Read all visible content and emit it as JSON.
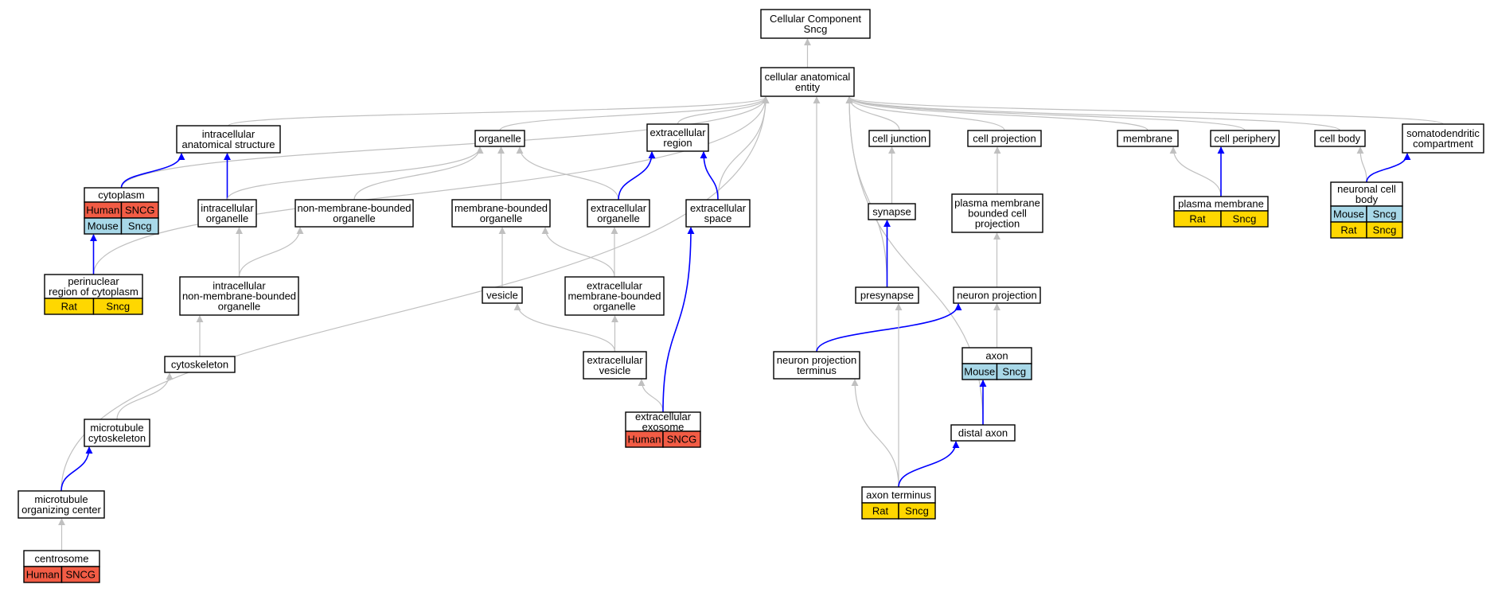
{
  "colors": {
    "species": {
      "Human": "#f25c45",
      "Mouse": "#a8d8e8",
      "Rat": "#ffd700"
    },
    "edge_default": "#c0c0c0",
    "edge_highlight": "#0000ff"
  },
  "nodes": [
    {
      "id": "cc",
      "label": [
        "Cellular Component",
        "Sncg"
      ]
    },
    {
      "id": "cae",
      "label": [
        "cellular anatomical",
        "entity"
      ]
    },
    {
      "id": "ias",
      "label": [
        "intracellular",
        "anatomical structure"
      ]
    },
    {
      "id": "organelle",
      "label": [
        "organelle"
      ]
    },
    {
      "id": "exreg",
      "label": [
        "extracellular",
        "region"
      ]
    },
    {
      "id": "celljunc",
      "label": [
        "cell junction"
      ]
    },
    {
      "id": "cellproj",
      "label": [
        "cell projection"
      ]
    },
    {
      "id": "membrane",
      "label": [
        "membrane"
      ]
    },
    {
      "id": "cellperi",
      "label": [
        "cell periphery"
      ]
    },
    {
      "id": "cellbody",
      "label": [
        "cell body"
      ]
    },
    {
      "id": "somato",
      "label": [
        "somatodendritic",
        "compartment"
      ]
    },
    {
      "id": "cytoplasm",
      "label": [
        "cytoplasm"
      ],
      "tags": [
        {
          "species": "Human",
          "gene": "SNCG"
        },
        {
          "species": "Mouse",
          "gene": "Sncg"
        }
      ]
    },
    {
      "id": "intraorg",
      "label": [
        "intracellular",
        "organelle"
      ]
    },
    {
      "id": "nonmem",
      "label": [
        "non-membrane-bounded",
        "organelle"
      ]
    },
    {
      "id": "membound",
      "label": [
        "membrane-bounded",
        "organelle"
      ]
    },
    {
      "id": "exorg",
      "label": [
        "extracellular",
        "organelle"
      ]
    },
    {
      "id": "exspace",
      "label": [
        "extracellular",
        "space"
      ]
    },
    {
      "id": "synapse",
      "label": [
        "synapse"
      ]
    },
    {
      "id": "pmbcp",
      "label": [
        "plasma membrane",
        "bounded cell",
        "projection"
      ]
    },
    {
      "id": "plasmamem",
      "label": [
        "plasma membrane"
      ],
      "tags": [
        {
          "species": "Rat",
          "gene": "Sncg"
        }
      ]
    },
    {
      "id": "ncb",
      "label": [
        "neuronal cell",
        "body"
      ],
      "tags": [
        {
          "species": "Mouse",
          "gene": "Sncg"
        },
        {
          "species": "Rat",
          "gene": "Sncg"
        }
      ]
    },
    {
      "id": "perinuc",
      "label": [
        "perinuclear",
        "region of cytoplasm"
      ],
      "tags": [
        {
          "species": "Rat",
          "gene": "Sncg"
        }
      ]
    },
    {
      "id": "inmbo",
      "label": [
        "intracellular",
        "non-membrane-bounded",
        "organelle"
      ]
    },
    {
      "id": "vesicle",
      "label": [
        "vesicle"
      ]
    },
    {
      "id": "exmbo",
      "label": [
        "extracellular",
        "membrane-bounded",
        "organelle"
      ]
    },
    {
      "id": "presyn",
      "label": [
        "presynapse"
      ]
    },
    {
      "id": "neuproj",
      "label": [
        "neuron projection"
      ]
    },
    {
      "id": "cytoskel",
      "label": [
        "cytoskeleton"
      ]
    },
    {
      "id": "exves",
      "label": [
        "extracellular",
        "vesicle"
      ]
    },
    {
      "id": "npt",
      "label": [
        "neuron projection",
        "terminus"
      ]
    },
    {
      "id": "axon",
      "label": [
        "axon"
      ],
      "tags": [
        {
          "species": "Mouse",
          "gene": "Sncg"
        }
      ]
    },
    {
      "id": "mtcyto",
      "label": [
        "microtubule",
        "cytoskeleton"
      ]
    },
    {
      "id": "exosome",
      "label": [
        "extracellular",
        "exosome"
      ],
      "tags": [
        {
          "species": "Human",
          "gene": "SNCG"
        }
      ]
    },
    {
      "id": "distalaxon",
      "label": [
        "distal axon"
      ]
    },
    {
      "id": "mtoc",
      "label": [
        "microtubule",
        "organizing center"
      ]
    },
    {
      "id": "axonterm",
      "label": [
        "axon terminus"
      ],
      "tags": [
        {
          "species": "Rat",
          "gene": "Sncg"
        }
      ]
    },
    {
      "id": "centrosome",
      "label": [
        "centrosome"
      ],
      "tags": [
        {
          "species": "Human",
          "gene": "SNCG"
        }
      ]
    }
  ],
  "edges": [
    {
      "from": "cae",
      "to": "cc"
    },
    {
      "from": "ias",
      "to": "cae"
    },
    {
      "from": "organelle",
      "to": "cae"
    },
    {
      "from": "exreg",
      "to": "cae"
    },
    {
      "from": "celljunc",
      "to": "cae"
    },
    {
      "from": "cellproj",
      "to": "cae"
    },
    {
      "from": "membrane",
      "to": "cae"
    },
    {
      "from": "cellperi",
      "to": "cae"
    },
    {
      "from": "cellbody",
      "to": "cae"
    },
    {
      "from": "somato",
      "to": "cae"
    },
    {
      "from": "cytoplasm",
      "to": "cae"
    },
    {
      "from": "perinuc",
      "to": "cae"
    },
    {
      "from": "mtoc",
      "to": "cae"
    },
    {
      "from": "exspace",
      "to": "cae"
    },
    {
      "from": "presyn",
      "to": "cae"
    },
    {
      "from": "npt",
      "to": "cae"
    },
    {
      "from": "distalaxon",
      "to": "cae"
    },
    {
      "from": "cytoplasm",
      "to": "ias",
      "highlight": true
    },
    {
      "from": "intraorg",
      "to": "ias",
      "highlight": true
    },
    {
      "from": "intraorg",
      "to": "organelle"
    },
    {
      "from": "nonmem",
      "to": "organelle"
    },
    {
      "from": "membound",
      "to": "organelle"
    },
    {
      "from": "exorg",
      "to": "organelle"
    },
    {
      "from": "exorg",
      "to": "exreg",
      "highlight": true
    },
    {
      "from": "exspace",
      "to": "exreg",
      "highlight": true
    },
    {
      "from": "synapse",
      "to": "celljunc"
    },
    {
      "from": "pmbcp",
      "to": "cellproj"
    },
    {
      "from": "plasmamem",
      "to": "membrane"
    },
    {
      "from": "plasmamem",
      "to": "cellperi",
      "highlight": true
    },
    {
      "from": "ncb",
      "to": "cellbody"
    },
    {
      "from": "ncb",
      "to": "somato",
      "highlight": true
    },
    {
      "from": "perinuc",
      "to": "cytoplasm",
      "highlight": true
    },
    {
      "from": "inmbo",
      "to": "intraorg"
    },
    {
      "from": "inmbo",
      "to": "nonmem"
    },
    {
      "from": "vesicle",
      "to": "membound"
    },
    {
      "from": "exmbo",
      "to": "membound"
    },
    {
      "from": "exmbo",
      "to": "exorg"
    },
    {
      "from": "presyn",
      "to": "synapse",
      "highlight": true
    },
    {
      "from": "neuproj",
      "to": "pmbcp"
    },
    {
      "from": "cytoskel",
      "to": "inmbo"
    },
    {
      "from": "exves",
      "to": "vesicle"
    },
    {
      "from": "exves",
      "to": "exmbo"
    },
    {
      "from": "npt",
      "to": "neuproj",
      "highlight": true
    },
    {
      "from": "axon",
      "to": "neuproj"
    },
    {
      "from": "mtcyto",
      "to": "cytoskel"
    },
    {
      "from": "exosome",
      "to": "exves"
    },
    {
      "from": "exosome",
      "to": "exspace",
      "highlight": true
    },
    {
      "from": "distalaxon",
      "to": "axon",
      "highlight": true
    },
    {
      "from": "mtoc",
      "to": "mtcyto",
      "highlight": true
    },
    {
      "from": "axonterm",
      "to": "npt"
    },
    {
      "from": "axonterm",
      "to": "presyn"
    },
    {
      "from": "axonterm",
      "to": "distalaxon",
      "highlight": true
    },
    {
      "from": "centrosome",
      "to": "mtoc"
    }
  ]
}
